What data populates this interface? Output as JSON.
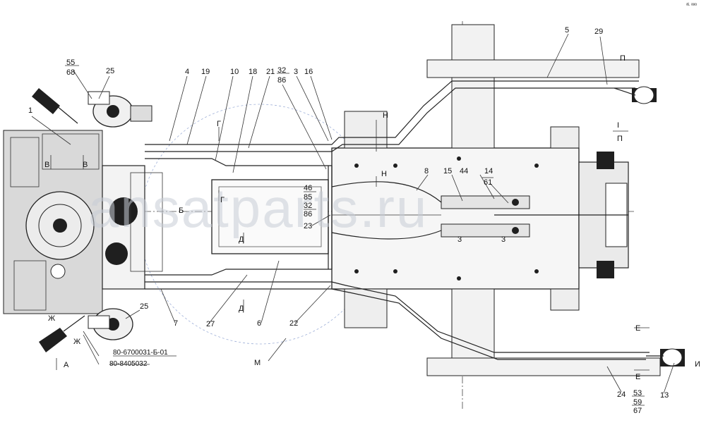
{
  "corner_mark": "ᵃᴸ ᵃᵃᵃ",
  "watermark": "ansatparts.ru",
  "callouts": [
    {
      "id": "c55",
      "text": "55"
    },
    {
      "id": "c68",
      "text": "68"
    },
    {
      "id": "c25a",
      "text": "25"
    },
    {
      "id": "c1",
      "text": "1"
    },
    {
      "id": "c4",
      "text": "4"
    },
    {
      "id": "c19",
      "text": "19"
    },
    {
      "id": "c10",
      "text": "10"
    },
    {
      "id": "c18",
      "text": "18"
    },
    {
      "id": "c21",
      "text": "21"
    },
    {
      "id": "c32a",
      "text": "32"
    },
    {
      "id": "c86a",
      "text": "86"
    },
    {
      "id": "c3",
      "text": "3"
    },
    {
      "id": "c16",
      "text": "16"
    },
    {
      "id": "c5",
      "text": "5"
    },
    {
      "id": "c29",
      "text": "29"
    },
    {
      "id": "c8",
      "text": "8"
    },
    {
      "id": "c15",
      "text": "15"
    },
    {
      "id": "c44",
      "text": "44"
    },
    {
      "id": "c14",
      "text": "14"
    },
    {
      "id": "c61",
      "text": "61"
    },
    {
      "id": "c46",
      "text": "46"
    },
    {
      "id": "c85",
      "text": "85"
    },
    {
      "id": "c32b",
      "text": "32"
    },
    {
      "id": "c86b",
      "text": "86"
    },
    {
      "id": "c23",
      "text": "23"
    },
    {
      "id": "c25b",
      "text": "25"
    },
    {
      "id": "c7",
      "text": "7"
    },
    {
      "id": "c27",
      "text": "27"
    },
    {
      "id": "c6",
      "text": "6"
    },
    {
      "id": "c22",
      "text": "22"
    },
    {
      "id": "c24",
      "text": "24"
    },
    {
      "id": "c53",
      "text": "53"
    },
    {
      "id": "c59",
      "text": "59"
    },
    {
      "id": "c67",
      "text": "67"
    },
    {
      "id": "c13",
      "text": "13"
    }
  ],
  "part_numbers": [
    {
      "id": "pn1",
      "text": "80-6700031-Б-01"
    },
    {
      "id": "pn2",
      "text": "80-8405032"
    }
  ],
  "view_letters": [
    {
      "id": "vH1",
      "text": "Н"
    },
    {
      "id": "vH2",
      "text": "Н"
    },
    {
      "id": "vG1",
      "text": "Г"
    },
    {
      "id": "vG2",
      "text": "Г"
    },
    {
      "id": "vB1",
      "text": "В"
    },
    {
      "id": "vB2",
      "text": "В"
    },
    {
      "id": "vBb",
      "text": "Б"
    },
    {
      "id": "vD1",
      "text": "Д"
    },
    {
      "id": "vD2",
      "text": "Д"
    },
    {
      "id": "vZh1",
      "text": "Ж"
    },
    {
      "id": "vZh2",
      "text": "Ж"
    },
    {
      "id": "vA",
      "text": "А"
    },
    {
      "id": "vM",
      "text": "М"
    },
    {
      "id": "vP1",
      "text": "П"
    },
    {
      "id": "vI1",
      "text": "I"
    },
    {
      "id": "vP2",
      "text": "П"
    },
    {
      "id": "vE1",
      "text": "Е"
    },
    {
      "id": "vE2",
      "text": "Е"
    },
    {
      "id": "vI2",
      "text": "И"
    },
    {
      "id": "v3a",
      "text": "3"
    },
    {
      "id": "v3b",
      "text": "3"
    }
  ]
}
